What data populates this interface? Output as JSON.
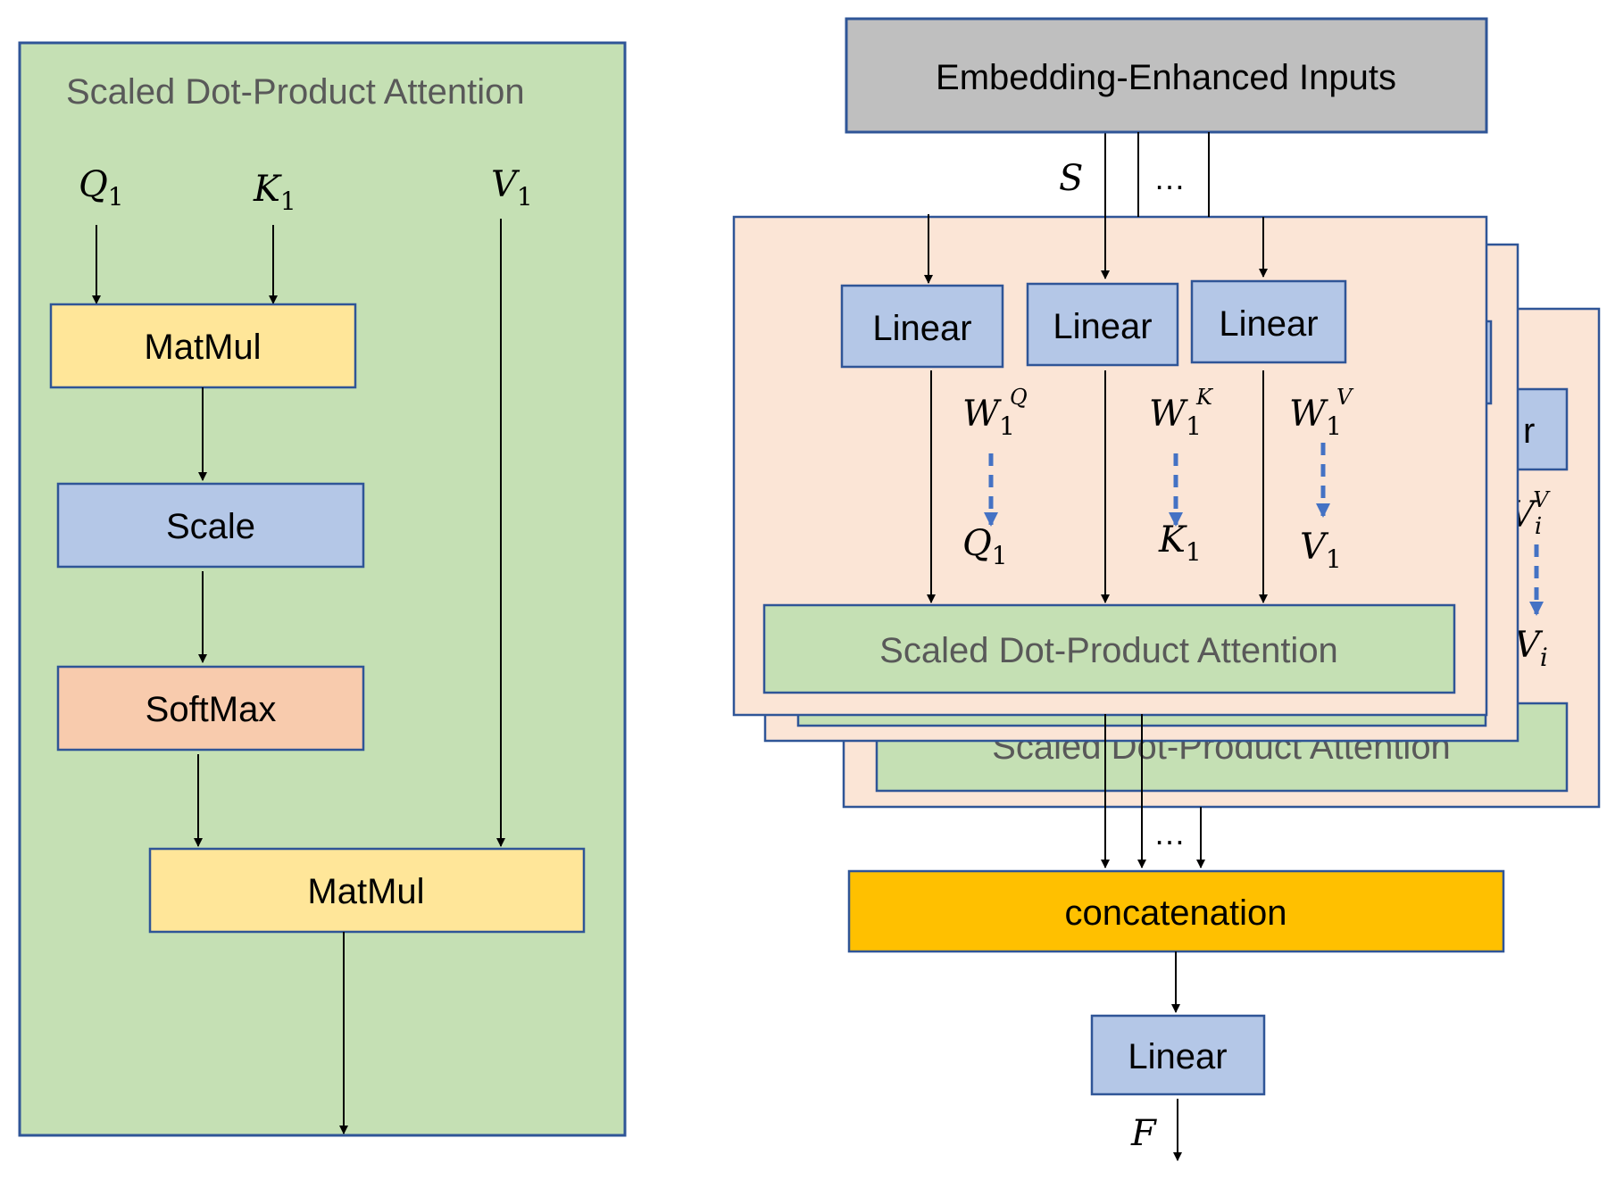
{
  "left_panel": {
    "title": "Scaled Dot-Product Attention",
    "inputs": {
      "q": {
        "base": "Q",
        "sub": "1"
      },
      "k": {
        "base": "K",
        "sub": "1"
      },
      "v": {
        "base": "V",
        "sub": "1"
      }
    },
    "blocks": {
      "matmul_top": "MatMul",
      "scale": "Scale",
      "softmax": "SoftMax",
      "matmul_bottom": "MatMul"
    }
  },
  "right_panel": {
    "input_block": "Embedding-Enhanced Inputs",
    "input_var": "S",
    "input_ellipsis": "…",
    "head_front": {
      "linear_labels": [
        "Linear",
        "Linear",
        "Linear"
      ],
      "weights": [
        {
          "base": "W",
          "sub": "1",
          "sup": "Q"
        },
        {
          "base": "W",
          "sub": "1",
          "sup": "K"
        },
        {
          "base": "W",
          "sub": "1",
          "sup": "V"
        }
      ],
      "outputs": [
        {
          "base": "Q",
          "sub": "1"
        },
        {
          "base": "K",
          "sub": "1"
        },
        {
          "base": "V",
          "sub": "1"
        }
      ],
      "attention_label": "Scaled Dot-Product Attention"
    },
    "head_back": {
      "linear_fragment": "r",
      "weight": {
        "base": "V",
        "sub": "i",
        "sup": "V"
      },
      "output": {
        "base": "V",
        "sub": "i"
      },
      "attention_label": "Scaled Dot-Product Attention"
    },
    "concat_ellipsis": "…",
    "concat_block": "concatenation",
    "output_linear": "Linear",
    "output_var": "F"
  },
  "colors": {
    "panel_green": "#c5e0b4",
    "border_blue": "#2f5597",
    "matmul_yellow": "#ffe699",
    "scale_blue": "#b4c7e7",
    "softmax_salmon": "#f8cbad",
    "head_peach": "#fbe5d6",
    "input_gray": "#bfbfbf",
    "concat_orange": "#ffc000",
    "dashed_arrow": "#4472c4",
    "title_text": "#595959"
  }
}
